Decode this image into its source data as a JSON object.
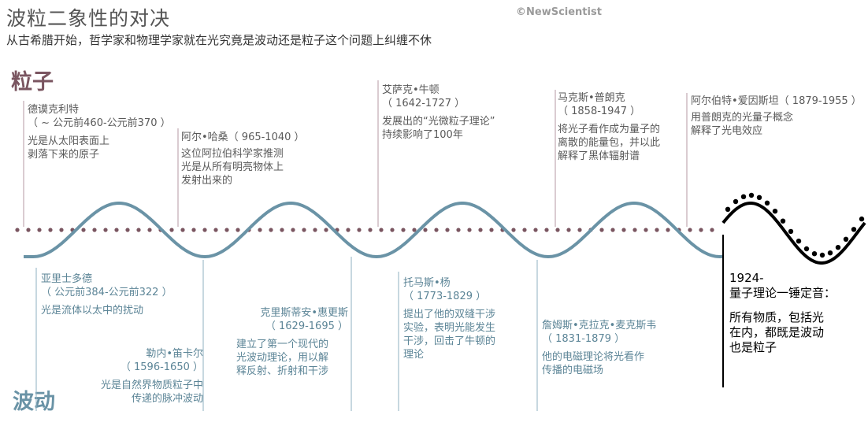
{
  "header": {
    "title": "波粒二象性的对决",
    "subtitle": "从古希腊开始，哲学家和物理学家就在光究竟是波动还是粒子这个问题上纠缠不休",
    "credit": "©NewScientist"
  },
  "labels": {
    "particle": "粒子",
    "wave": "波动"
  },
  "colors": {
    "particle": "#7a5560",
    "wave": "#6a93a6",
    "text": "#444444",
    "final": "#000000"
  },
  "particle_events": [
    {
      "name": "德谟克利特",
      "years": "（ ~ 公元前460-公元前370 ）",
      "desc": "光是从太阳表面上\n剥落下来的原子"
    },
    {
      "name": "阿尔•哈桑（ 965-1040 ）",
      "years": "",
      "desc": "这位阿拉伯科学家推测\n光是从所有明亮物体上\n发射出来的"
    },
    {
      "name": "艾萨克•牛顿",
      "years": "（ 1642-1727 ）",
      "desc": "发展出的“光微粒子理论”\n持续影响了100年"
    },
    {
      "name": "马克斯•普朗克",
      "years": "（ 1858-1947 ）",
      "desc": "将光子看作成为量子的\n离散的能量包，并以此\n解释了黑体辐射谱"
    },
    {
      "name": "阿尔伯特•爱因斯坦（ 1879-1955 ）",
      "years": "",
      "desc": "用普朗克的光量子概念\n解释了光电效应"
    }
  ],
  "wave_events": [
    {
      "name": "亚里士多德",
      "years": "（ 公元前384-公元前322 ）",
      "desc": "光是流体以太中的扰动"
    },
    {
      "name": "勒内•笛卡尔",
      "years": "（ 1596-1650 ）",
      "desc": "光是自然界物质粒子中\n传递的脉冲波动"
    },
    {
      "name": "克里斯蒂安•惠更斯",
      "years": "（ 1629-1695 ）",
      "desc": "建立了第一个现代的\n光波动理论，用以解\n释反射、折射和干涉"
    },
    {
      "name": "托马斯•杨",
      "years": "（ 1773-1829 ）",
      "desc": "提出了他的双缝干涉\n实验，表明光能发生\n干涉，回击了牛顿的\n理论"
    },
    {
      "name": "詹姆斯•克拉克•麦克斯韦",
      "years": "（ 1831-1879 ）",
      "desc": "他的电磁理论将光看作\n传播的电磁场"
    }
  ],
  "conclusion": {
    "year": "1924-",
    "title": "量子理论一锤定音：",
    "desc": "所有物质，包括光\n在内，都既是波动\n也是粒子"
  }
}
